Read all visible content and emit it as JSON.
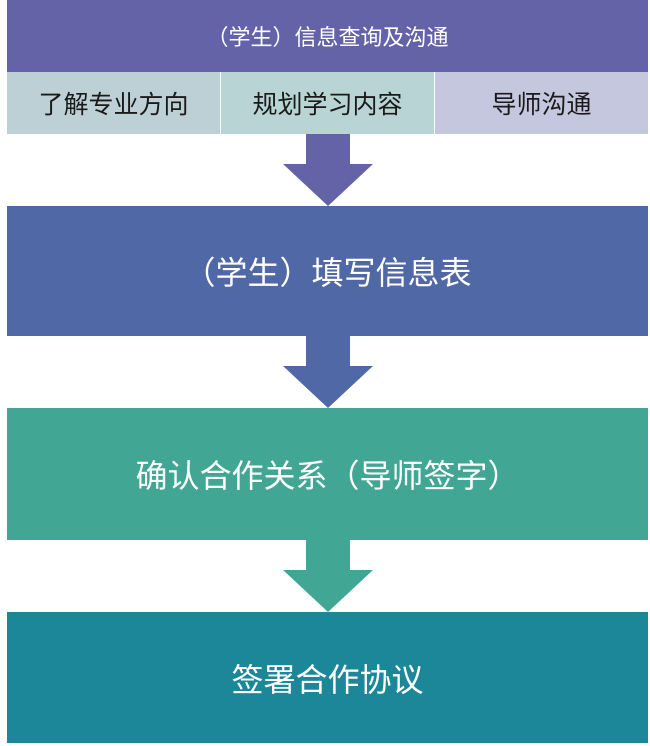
{
  "header": {
    "title": "（学生）信息查询及沟通",
    "color": "#6563a8"
  },
  "sub_items": [
    {
      "label": "了解专业方向",
      "color": "#bdd0d5"
    },
    {
      "label": "规划学习内容",
      "color": "#b8d4d4"
    },
    {
      "label": "导师沟通",
      "color": "#c5c7df"
    }
  ],
  "steps": [
    {
      "label": "（学生）填写信息表",
      "color": "#5068a5"
    },
    {
      "label": "确认合作关系（导师签字）",
      "color": "#41a693"
    },
    {
      "label": "签署合作协议",
      "color": "#1c8799"
    }
  ],
  "arrows": [
    {
      "color": "#6563a8"
    },
    {
      "color": "#5068a5"
    },
    {
      "color": "#41a693"
    }
  ]
}
